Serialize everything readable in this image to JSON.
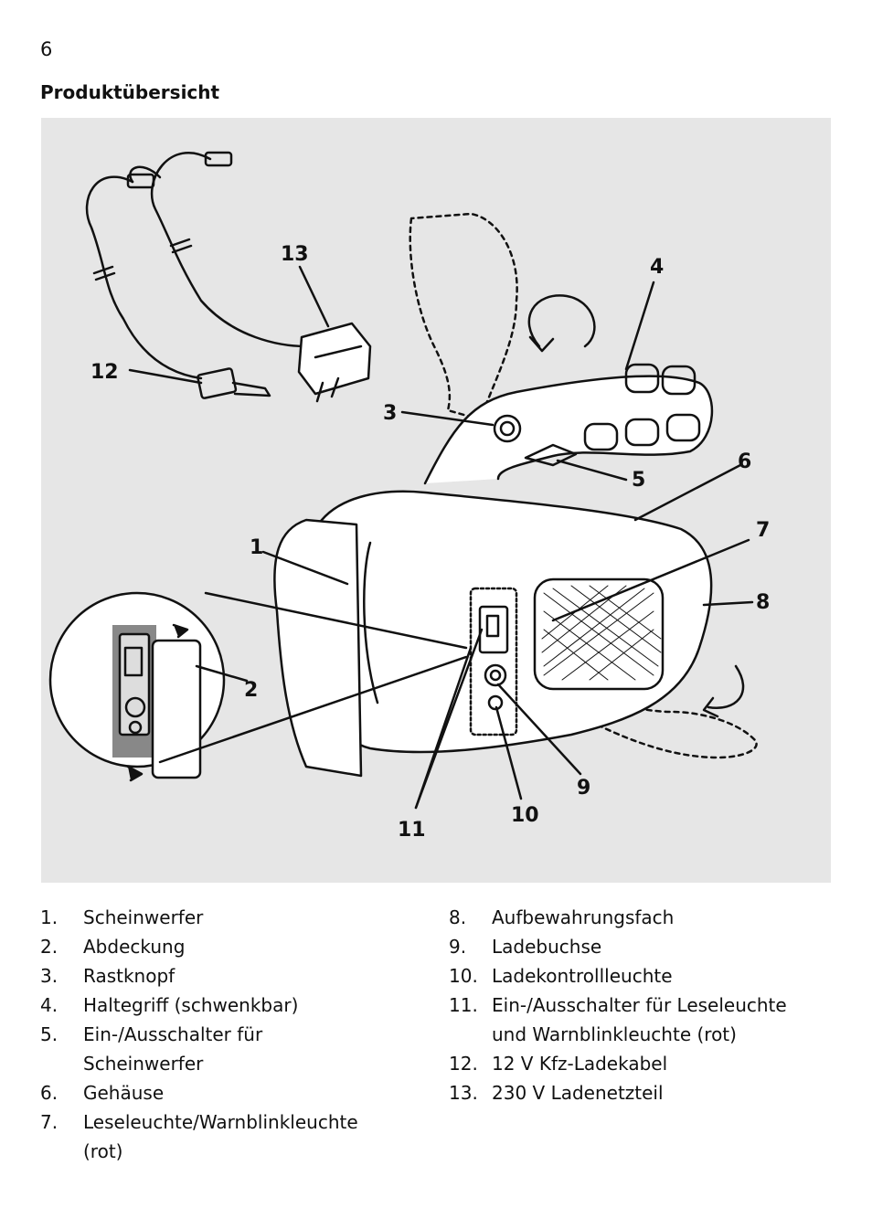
{
  "page": {
    "number": "6",
    "title": "Produktübersicht"
  },
  "figure": {
    "callouts": [
      "1",
      "2",
      "3",
      "4",
      "5",
      "6",
      "7",
      "8",
      "9",
      "10",
      "11",
      "12",
      "13"
    ]
  },
  "legend_left": [
    {
      "num": "1.",
      "text": "Scheinwerfer"
    },
    {
      "num": "2.",
      "text": "Abdeckung"
    },
    {
      "num": "3.",
      "text": "Rastknopf"
    },
    {
      "num": "4.",
      "text": "Haltegriff (schwenkbar)"
    },
    {
      "num": "5.",
      "text": "Ein-/Ausschalter für Scheinwerfer"
    },
    {
      "num": "6.",
      "text": "Gehäuse"
    },
    {
      "num": "7.",
      "text": "Leseleuchte/Warnblinkleuchte (rot)"
    }
  ],
  "legend_right": [
    {
      "num": "8.",
      "text": "Aufbewahrungsfach"
    },
    {
      "num": "9.",
      "text": "Ladebuchse"
    },
    {
      "num": "10.",
      "text": "Ladekontrollleuchte"
    },
    {
      "num": "11.",
      "text": "Ein-/Ausschalter für Leseleuchte und Warnblinkleuchte (rot)"
    },
    {
      "num": "12.",
      "text": "12 V Kfz-Ladekabel"
    },
    {
      "num": "13.",
      "text": "230 V Ladenetzteil"
    }
  ]
}
